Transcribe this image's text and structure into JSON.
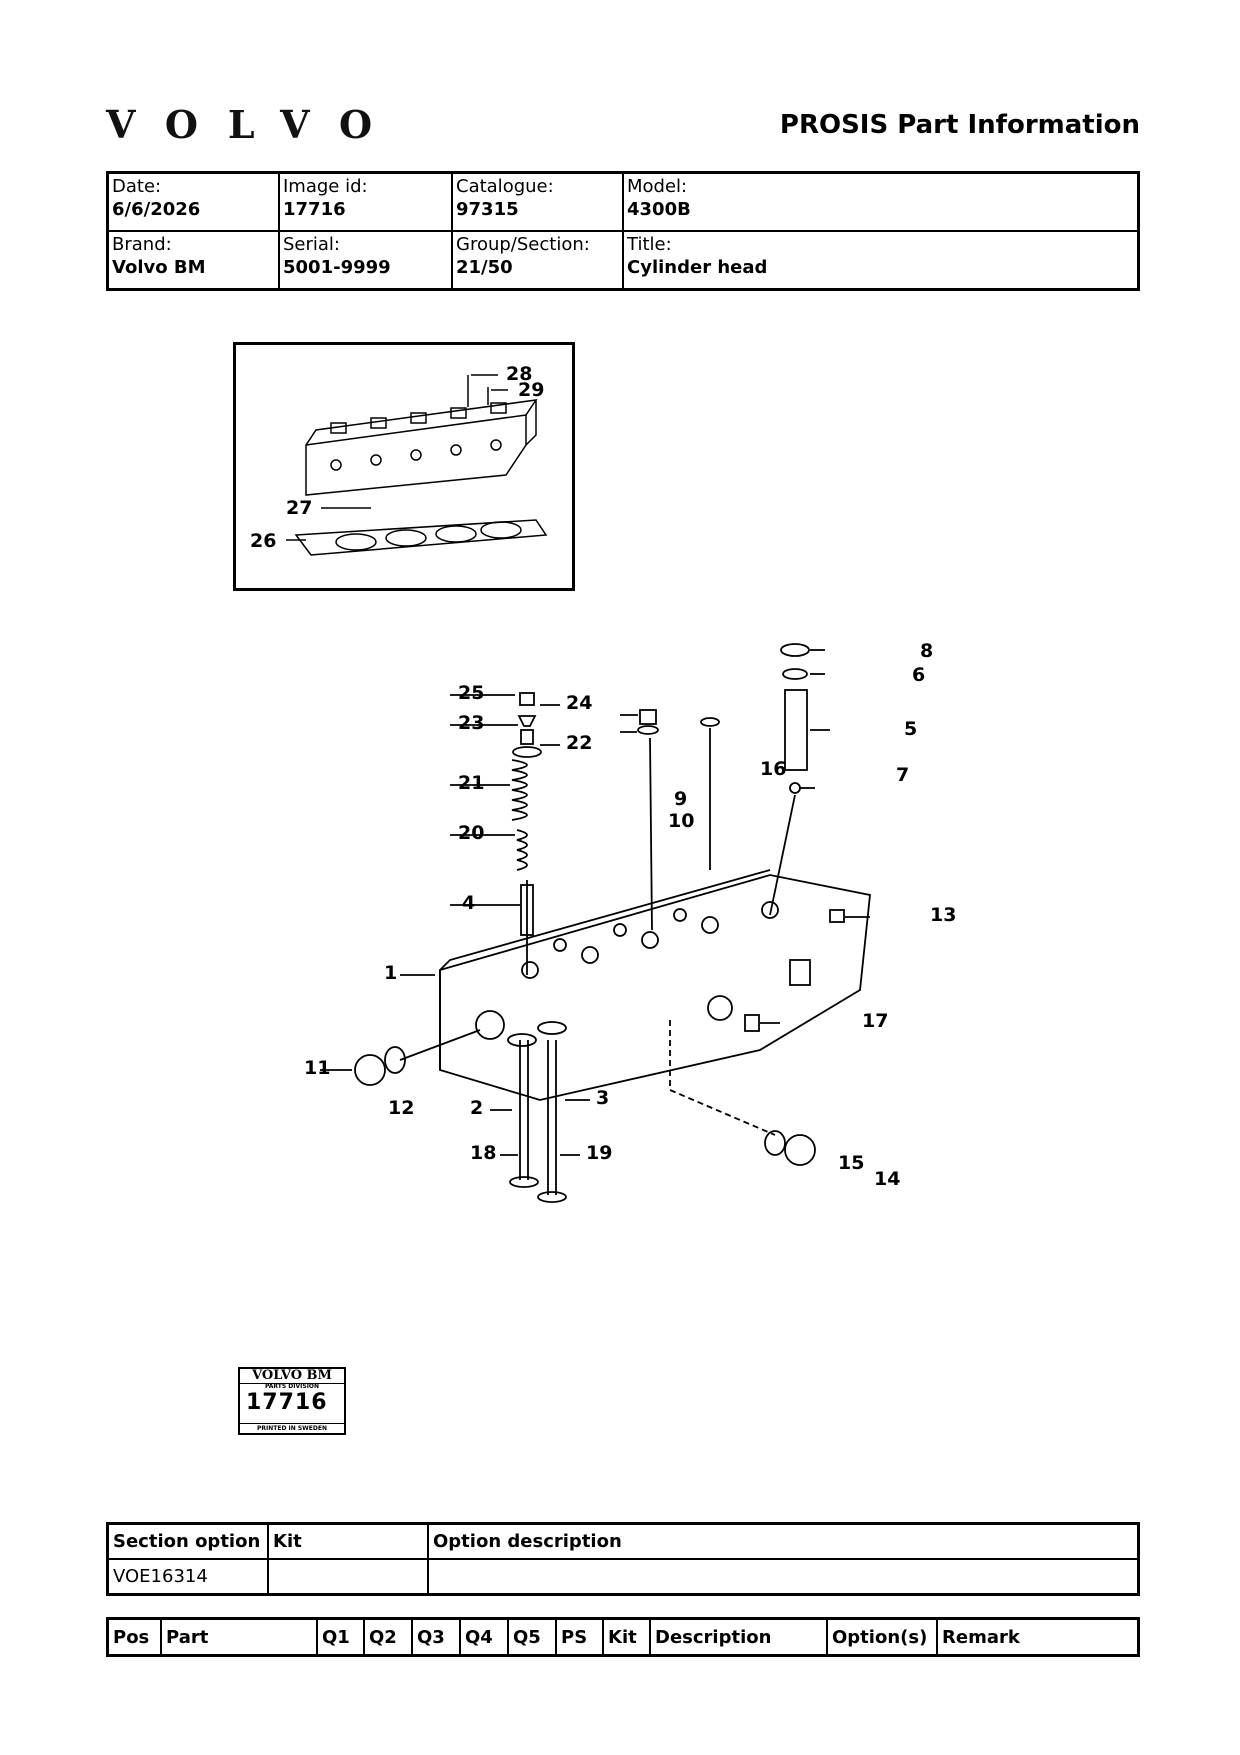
{
  "header": {
    "brand_logo": "VOLVO",
    "title": "PROSIS Part Information"
  },
  "info": {
    "date_label": "Date:",
    "date": "6/6/2026",
    "image_id_label": "Image id:",
    "image_id": "17716",
    "catalogue_label": "Catalogue:",
    "catalogue": "97315",
    "model_label": "Model:",
    "model": "4300B",
    "brand_label": "Brand:",
    "brand": "Volvo BM",
    "serial_label": "Serial:",
    "serial": "5001-9999",
    "group_label": "Group/Section:",
    "group": "21/50",
    "title_label": "Title:",
    "title": "Cylinder head"
  },
  "diagram": {
    "inset_labels": [
      "28",
      "29",
      "27",
      "26"
    ],
    "main_labels": [
      "25",
      "24",
      "23",
      "22",
      "21",
      "20",
      "4",
      "1",
      "11",
      "12",
      "2",
      "3",
      "18",
      "19",
      "9",
      "10",
      "16",
      "8",
      "6",
      "5",
      "7",
      "13",
      "17",
      "15",
      "14"
    ]
  },
  "stamp": {
    "line1": "VOLVO BM",
    "line2": "PARTS DIVISION",
    "number": "17716",
    "line3": "PRINTED IN SWEDEN"
  },
  "options_table": {
    "headers": [
      "Section option",
      "Kit",
      "Option description"
    ],
    "rows": [
      [
        "VOE16314",
        "",
        ""
      ]
    ]
  },
  "parts_table": {
    "headers": [
      "Pos",
      "Part",
      "Q1",
      "Q2",
      "Q3",
      "Q4",
      "Q5",
      "PS",
      "Kit",
      "Description",
      "Option(s)",
      "Remark"
    ]
  }
}
